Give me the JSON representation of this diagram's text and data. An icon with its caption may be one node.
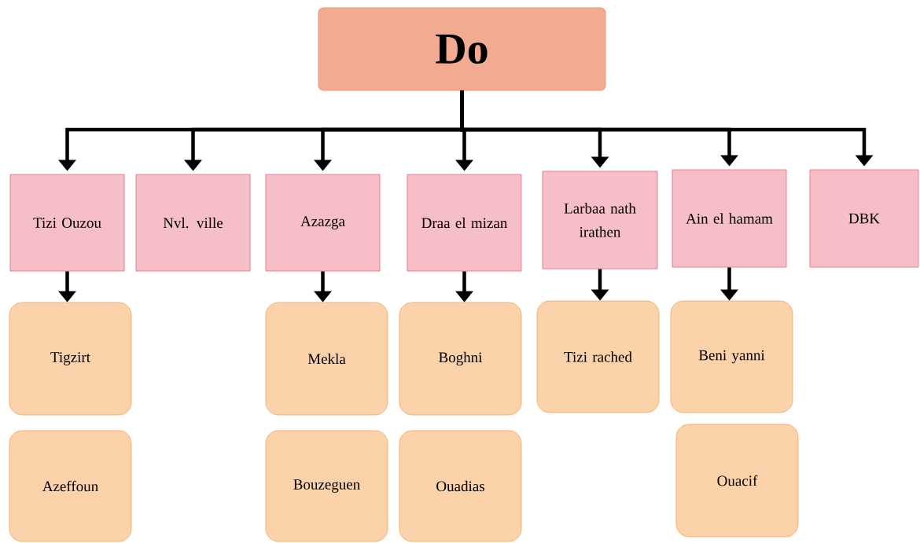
{
  "diagram": {
    "nodes": [
      {
        "text": [
          "Do"
        ]
      },
      {
        "text": [
          "Tizi Ouzou"
        ]
      },
      {
        "text": [
          "Nvl. ville"
        ]
      },
      {
        "text": [
          "Azazga"
        ]
      },
      {
        "text": [
          "Draa el mizan"
        ]
      },
      {
        "text": [
          "Larbaa nath irathen"
        ]
      },
      {
        "text": [
          "Ain el hamam"
        ]
      },
      {
        "text": [
          "DBK"
        ]
      },
      {
        "text": [
          "Tigzirt"
        ]
      },
      {
        "text": [
          "Azeffoun"
        ]
      },
      {
        "text": [
          "Mekla"
        ]
      },
      {
        "text": [
          "Bouzeguen"
        ]
      },
      {
        "text": [
          "Boghni"
        ]
      },
      {
        "text": [
          "Ouadias"
        ]
      },
      {
        "text": [
          "Tizi rached"
        ]
      },
      {
        "text": [
          "Beni yanni"
        ]
      },
      {
        "text": [
          "Ouacif"
        ]
      }
    ],
    "edges": [
      {
        "from": 0,
        "to": 1,
        "arrow": "to"
      },
      {
        "from": 0,
        "to": 2,
        "arrow": "to"
      },
      {
        "from": 0,
        "to": 3,
        "arrow": "to"
      },
      {
        "from": 0,
        "to": 4,
        "arrow": "to"
      },
      {
        "from": 0,
        "to": 5,
        "arrow": "to"
      },
      {
        "from": 0,
        "to": 6,
        "arrow": "to"
      },
      {
        "from": 0,
        "to": 7,
        "arrow": "to"
      },
      {
        "from": 1,
        "to": 8,
        "arrow": "to"
      },
      {
        "from": 3,
        "to": 10,
        "arrow": "to"
      },
      {
        "from": 4,
        "to": 12,
        "arrow": "to"
      },
      {
        "from": 5,
        "to": 14,
        "arrow": "to"
      },
      {
        "from": 6,
        "to": 15,
        "arrow": "to"
      }
    ]
  }
}
